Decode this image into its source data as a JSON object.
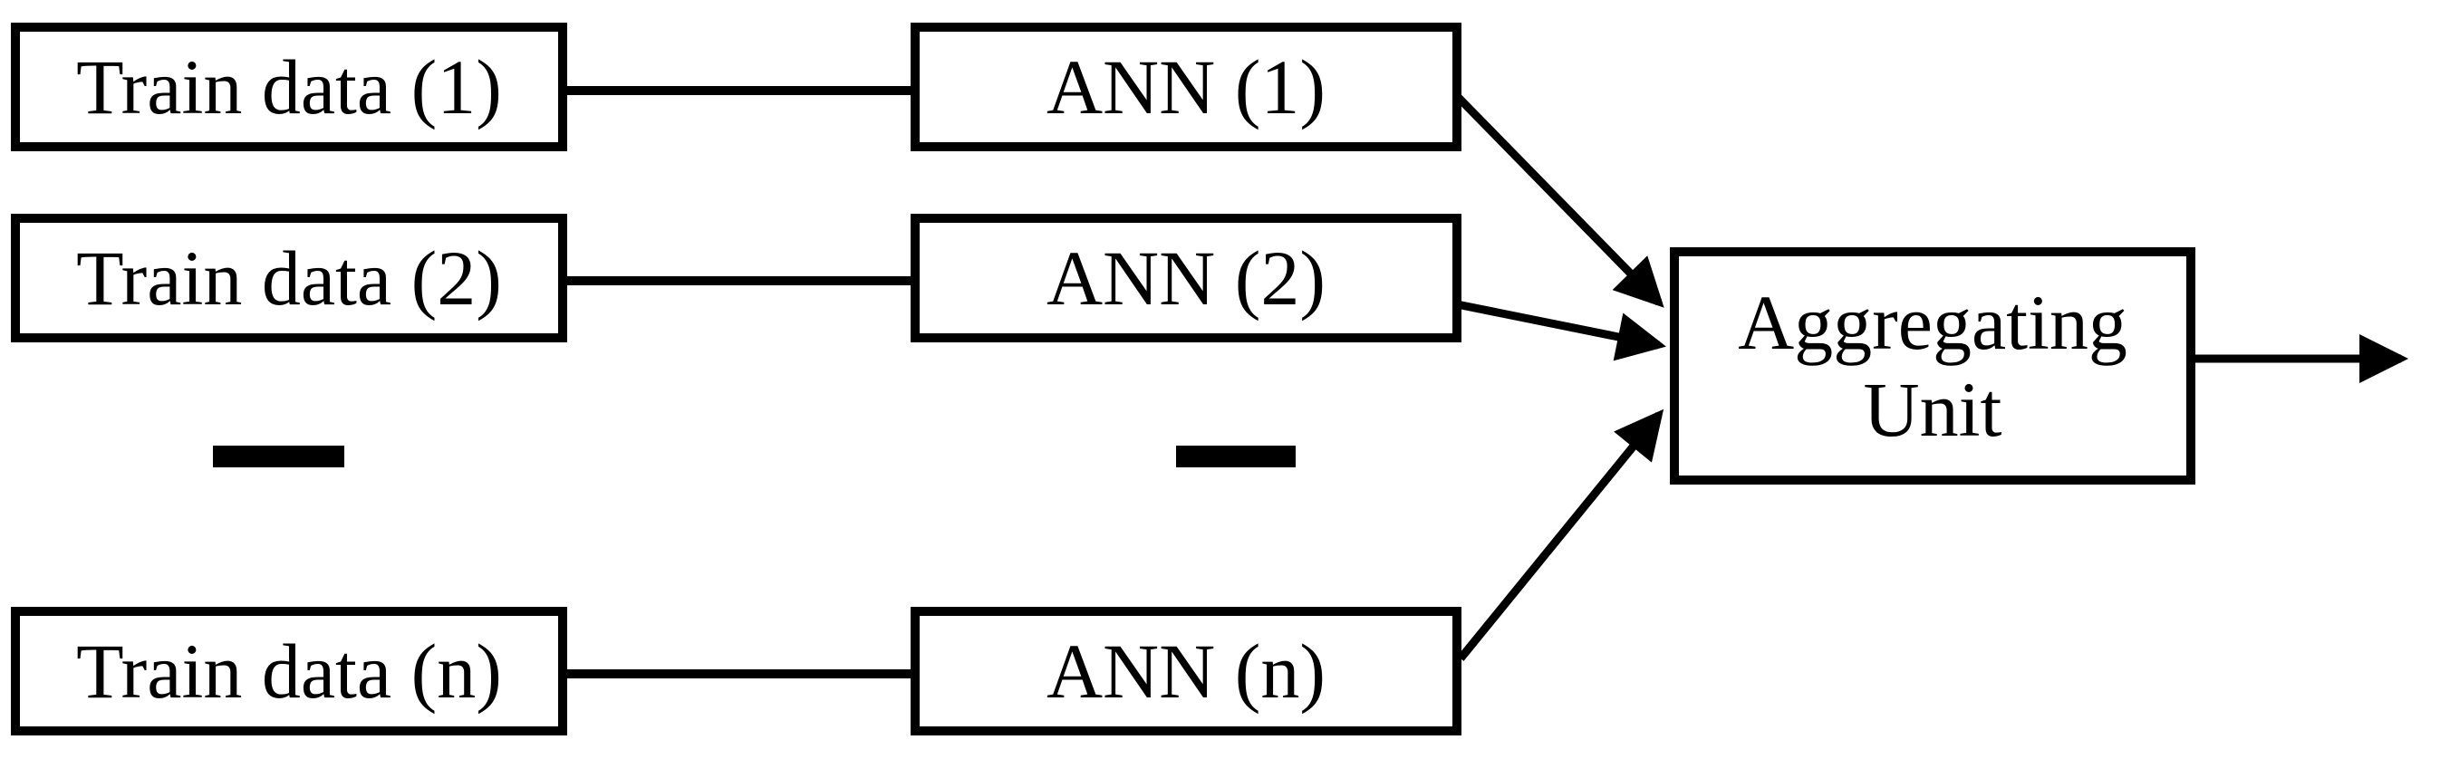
{
  "diagram": {
    "type": "flow-diagram",
    "description": "Ensemble of artificial neural networks: n train data sets feed n ANNs whose outputs converge into an aggregating unit producing a single output",
    "colors": {
      "background": "#ffffff",
      "stroke": "#000000",
      "box_fill": "#ffffff",
      "text": "#000000"
    },
    "nodes": {
      "train1": {
        "label": "Train data (1)"
      },
      "train2": {
        "label": "Train data (2)"
      },
      "trainN": {
        "label": "Train data (n)"
      },
      "ann1": {
        "label": "ANN (1)"
      },
      "ann2": {
        "label": "ANN (2)"
      },
      "annN": {
        "label": "ANN (n)"
      },
      "aggregating": {
        "label": "Aggregating Unit"
      }
    },
    "edges": [
      {
        "from": "train1",
        "to": "ann1",
        "arrow": false
      },
      {
        "from": "train2",
        "to": "ann2",
        "arrow": false
      },
      {
        "from": "trainN",
        "to": "annN",
        "arrow": false
      },
      {
        "from": "ann1",
        "to": "aggregating",
        "arrow": true
      },
      {
        "from": "ann2",
        "to": "aggregating",
        "arrow": true
      },
      {
        "from": "annN",
        "to": "aggregating",
        "arrow": true
      },
      {
        "from": "aggregating",
        "to": "output",
        "arrow": true
      }
    ],
    "continuation_marks": [
      {
        "column": "train-data",
        "meaning": "rows 3..n-1 omitted"
      },
      {
        "column": "ann",
        "meaning": "rows 3..n-1 omitted"
      }
    ]
  }
}
